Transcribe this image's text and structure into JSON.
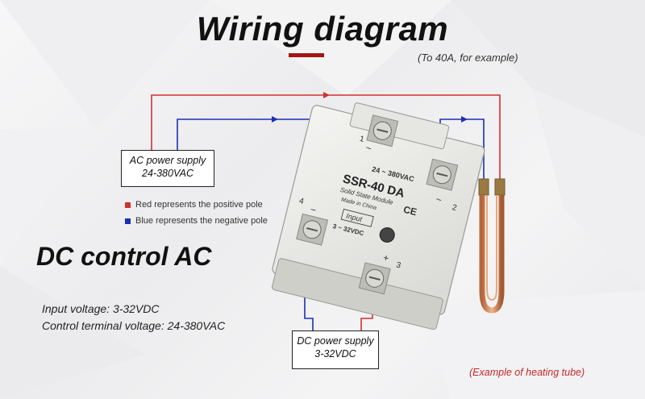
{
  "title": "Wiring diagram",
  "subtitle": "(To 40A, for example)",
  "ac_supply": {
    "line1": "AC power supply",
    "line2": "24-380VAC"
  },
  "dc_supply": {
    "line1": "DC power supply",
    "line2": "3-32VDC"
  },
  "legend": {
    "red": {
      "color": "#d32f2f",
      "text": "Red represents the positive pole"
    },
    "blue": {
      "color": "#1a2fb5",
      "text": "Blue represents the negative pole"
    }
  },
  "heading": "DC control AC",
  "specs": {
    "input": "Input voltage: 3-32VDC",
    "control": "Control terminal voltage: 24-380VAC"
  },
  "example_note": "(Example of heating tube)",
  "relay": {
    "model": "SSR-40 DA",
    "subtitle": "Solid State Module",
    "made": "Made in China",
    "ac_range": "24 ~ 380VAC",
    "input_label": "Input",
    "dc_range": "3 ~ 32VDC",
    "ce": "CE",
    "t1": "1",
    "t2": "2",
    "t3": "3",
    "t4": "4",
    "plus": "+",
    "minus": "−",
    "tilde1": "~",
    "tilde2": "~"
  },
  "colors": {
    "red": "#d32f2f",
    "blue": "#1a2fb5",
    "dark_red": "#a31515"
  }
}
